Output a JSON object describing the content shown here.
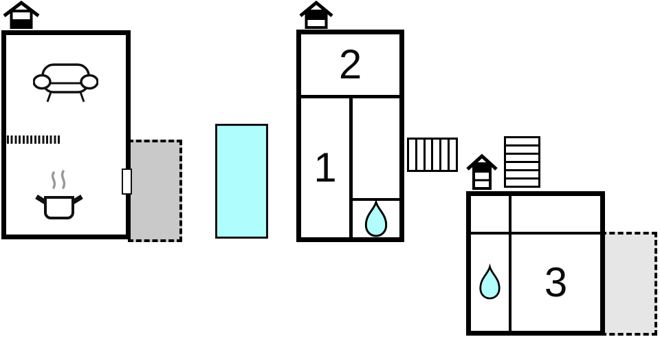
{
  "plan": {
    "type": "floor-plan",
    "labels": {
      "room1": "1",
      "room2": "2",
      "room3": "3"
    },
    "colors": {
      "wall": "#000000",
      "pool_fill": "#b0fdfd",
      "water_drop_fill": "#b2fefe",
      "terrace_left_fill": "#c9c9c9",
      "terrace_right_fill": "#e6e6e6",
      "steam_gray": "#999999"
    },
    "icons": {
      "unit_a": [
        "chimney-icon",
        "sofa-icon",
        "radiator-icon",
        "stove-pot-icon",
        "door",
        "terrace"
      ],
      "unit_b": [
        "chimney-icon",
        "water-drop-icon",
        "stairs-icon"
      ],
      "unit_c": [
        "chimney-icon",
        "water-drop-icon",
        "stairs-icon",
        "terrace"
      ]
    }
  }
}
